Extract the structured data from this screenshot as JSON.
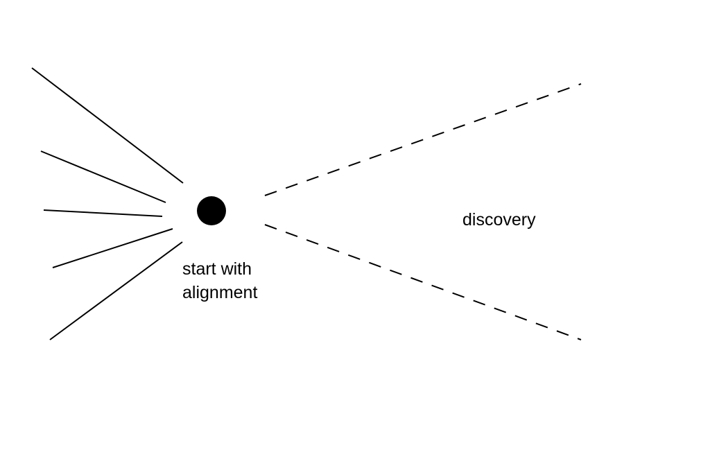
{
  "labels": {
    "start": [
      "start with",
      "alignment"
    ],
    "discovery": "discovery"
  }
}
